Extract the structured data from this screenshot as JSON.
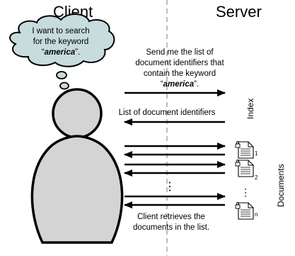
{
  "headers": {
    "client": "Client",
    "server": "Server"
  },
  "thought": {
    "line1": "I want to search",
    "line2": "for the keyword",
    "keyword": "america",
    "open_quote": "“",
    "close_quote": "”."
  },
  "messages": {
    "request": {
      "line1": "Send me the list of",
      "line2": "document identifiers that",
      "line3": "contain the keyword",
      "keyword": "america",
      "open_quote": "“",
      "close_quote": "”."
    },
    "response": "List of document identifiers",
    "retrieve_line1": "Client retrieves the",
    "retrieve_line2": "documents in the list."
  },
  "labels": {
    "index": "Index",
    "documents": "Documents"
  },
  "documents": {
    "subscripts": [
      "1",
      "2",
      "n"
    ],
    "ellipsis": "⋮",
    "arrow_ellipsis": "⋮"
  },
  "colors": {
    "cloud_fill": "#c7dcdc",
    "person_fill": "#d4d4d4",
    "divider": "#999999"
  }
}
